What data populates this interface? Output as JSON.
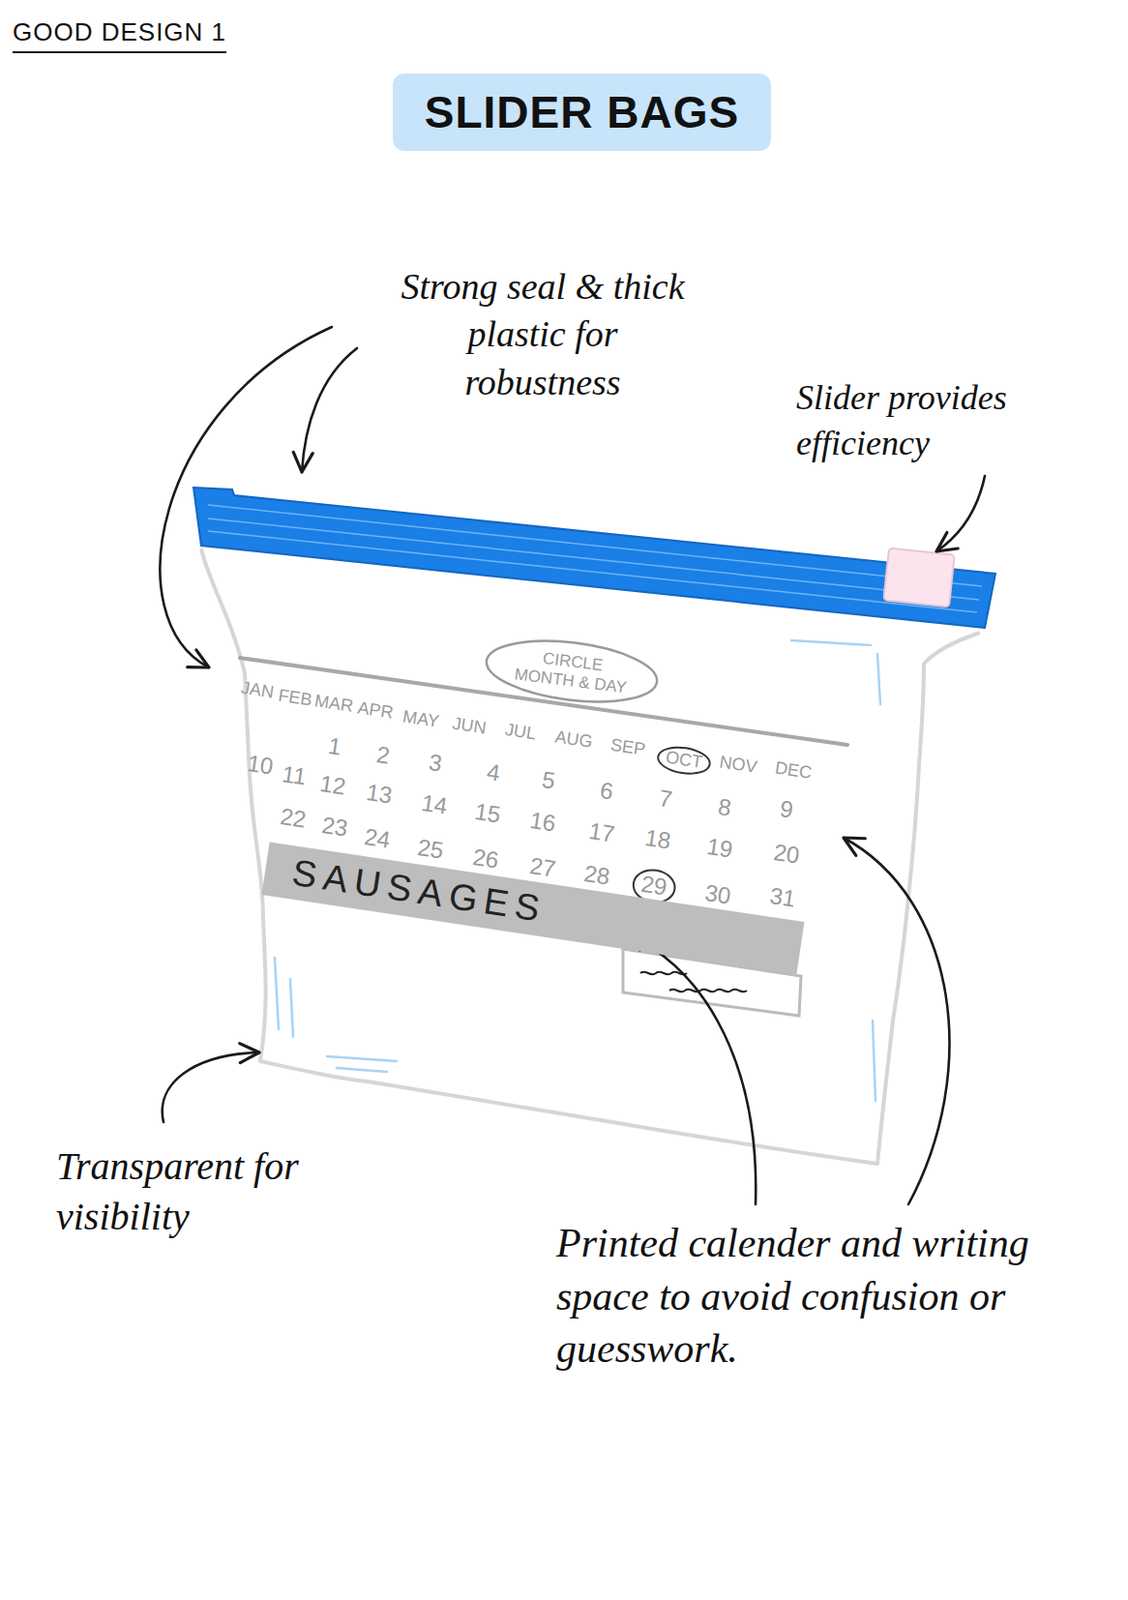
{
  "diagram": {
    "title": "SLIDER BAGS",
    "nodes": [
      {
        "text": [
          "CIRCLE MONTH & DAY"
        ]
      },
      {
        "text": [
          "OCT"
        ]
      },
      {
        "text": [
          "29"
        ]
      },
      {
        "text": [
          "SAUSAGES"
        ]
      }
    ],
    "labels": [
      "GOOD DESIGN 1",
      "Strong seal & thick plastic for robustness",
      "Slider provides efficiency",
      "JAN",
      "FEB",
      "MAR",
      "APR",
      "MAY",
      "JUN",
      "JUL",
      "AUG",
      "SEP",
      "NOV",
      "DEC",
      "1",
      "2",
      "3",
      "4",
      "5",
      "6",
      "7",
      "8",
      "9",
      "10",
      "11",
      "12",
      "13",
      "14",
      "15",
      "16",
      "17",
      "18",
      "19",
      "20",
      "22",
      "23",
      "24",
      "25",
      "26",
      "27",
      "28",
      "30",
      "31",
      "Transparent for visibility",
      "Printed calender and writing space to avoid confusion or guesswork."
    ]
  }
}
